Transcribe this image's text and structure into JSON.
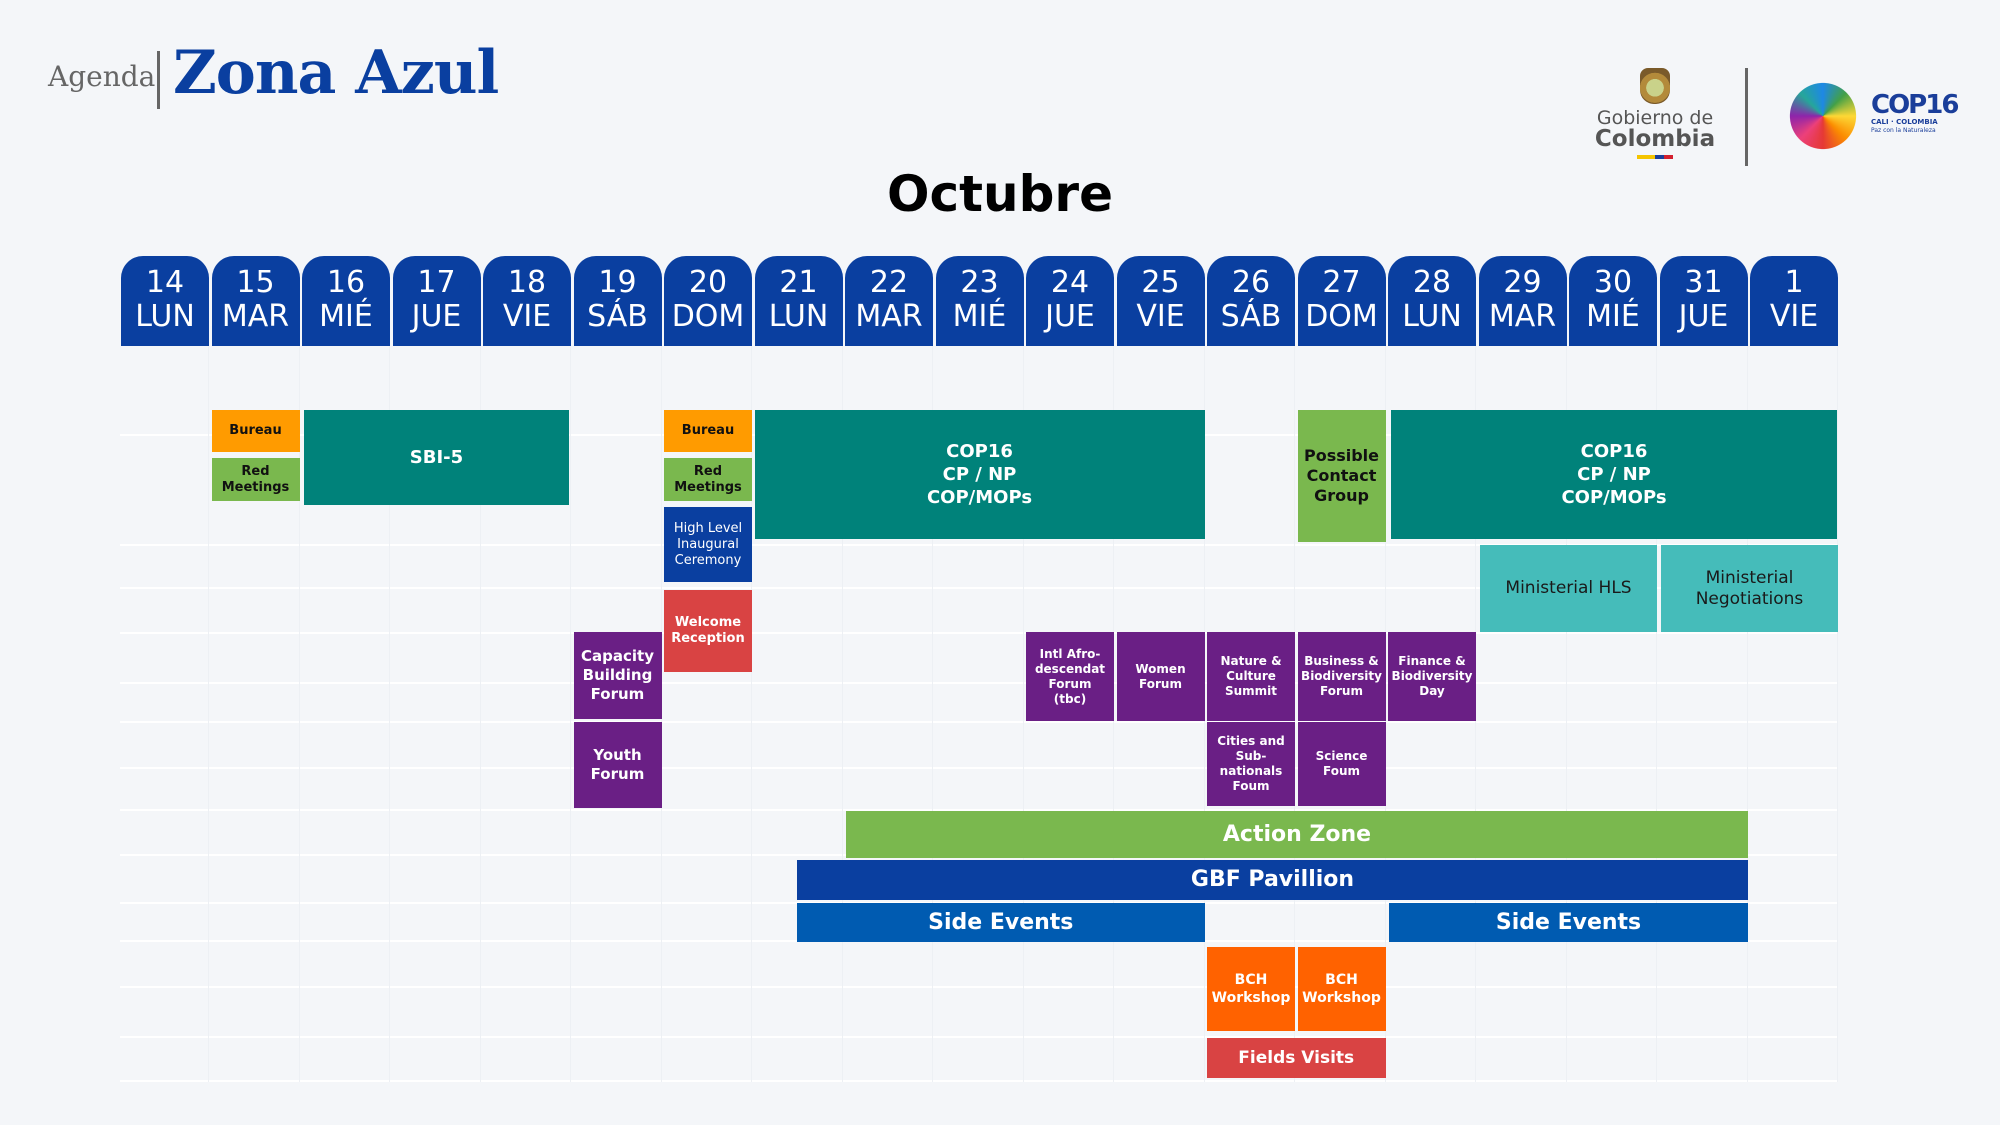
{
  "header": {
    "agenda_label": "Agenda",
    "title": "Zona Azul",
    "month": "Octubre"
  },
  "logos": {
    "government": {
      "line1": "Gobierno de",
      "line2": "Colombia",
      "icon": "coat-of-arms-icon"
    },
    "cop16": {
      "title": "COP16",
      "subtitle": "CALI · COLOMBIA",
      "tagline": "Paz con la Naturaleza",
      "icon": "flower-logo-icon"
    }
  },
  "colors": {
    "brand_blue": "#0a3fa0",
    "teal": "#00827a",
    "light_teal": "#45bcba",
    "orange": "#ff9b00",
    "green": "#7ab84e",
    "purple": "#6a1f85",
    "red": "#d94343",
    "bright_orange": "#ff6200",
    "side_blue": "#005bb1"
  },
  "days": [
    {
      "num": "14",
      "dow": "LUN"
    },
    {
      "num": "15",
      "dow": "MAR"
    },
    {
      "num": "16",
      "dow": "MIÉ"
    },
    {
      "num": "17",
      "dow": "JUE"
    },
    {
      "num": "18",
      "dow": "VIE"
    },
    {
      "num": "19",
      "dow": "SÁB"
    },
    {
      "num": "20",
      "dow": "DOM"
    },
    {
      "num": "21",
      "dow": "LUN"
    },
    {
      "num": "22",
      "dow": "MAR"
    },
    {
      "num": "23",
      "dow": "MIÉ"
    },
    {
      "num": "24",
      "dow": "JUE"
    },
    {
      "num": "25",
      "dow": "VIE"
    },
    {
      "num": "26",
      "dow": "SÁB"
    },
    {
      "num": "27",
      "dow": "DOM"
    },
    {
      "num": "28",
      "dow": "LUN"
    },
    {
      "num": "29",
      "dow": "MAR"
    },
    {
      "num": "30",
      "dow": "MIÉ"
    },
    {
      "num": "31",
      "dow": "JUE"
    },
    {
      "num": "1",
      "dow": "VIE"
    }
  ],
  "events": [
    {
      "label": "Bureau",
      "start_day": "15",
      "end_day": "15",
      "color": "orange"
    },
    {
      "label": "Red\nMeetings",
      "start_day": "15",
      "end_day": "15",
      "color": "green"
    },
    {
      "label": "SBI-5",
      "start_day": "16",
      "end_day": "18",
      "color": "teal"
    },
    {
      "label": "Bureau",
      "start_day": "20",
      "end_day": "20",
      "color": "orange"
    },
    {
      "label": "Red\nMeetings",
      "start_day": "20",
      "end_day": "20",
      "color": "green"
    },
    {
      "label": "High Level\nInaugural\nCeremony",
      "start_day": "20",
      "end_day": "20",
      "color": "brand_blue"
    },
    {
      "label": "Welcome\nReception",
      "start_day": "20",
      "end_day": "20",
      "color": "red"
    },
    {
      "label": "COP16\nCP / NP\nCOP/MOPs",
      "start_day": "21",
      "end_day": "25",
      "color": "teal"
    },
    {
      "label": "Possible\nContact\nGroup",
      "start_day": "27",
      "end_day": "27",
      "color": "green"
    },
    {
      "label": "COP16\nCP / NP\nCOP/MOPs",
      "start_day": "28",
      "end_day": "1",
      "color": "teal"
    },
    {
      "label": "Ministerial HLS",
      "start_day": "29",
      "end_day": "30",
      "color": "light_teal"
    },
    {
      "label": "Ministerial\nNegotiations",
      "start_day": "31",
      "end_day": "1",
      "color": "light_teal"
    },
    {
      "label": "Capacity\nBuilding\nForum",
      "start_day": "19",
      "end_day": "19",
      "color": "purple"
    },
    {
      "label": "Youth\nForum",
      "start_day": "19",
      "end_day": "19",
      "color": "purple"
    },
    {
      "label": "Intl Afro-\ndescendat\nForum\n(tbc)",
      "start_day": "24",
      "end_day": "24",
      "color": "purple"
    },
    {
      "label": "Women\nForum",
      "start_day": "25",
      "end_day": "25",
      "color": "purple"
    },
    {
      "label": "Nature &\nCulture\nSummit",
      "start_day": "26",
      "end_day": "26",
      "color": "purple"
    },
    {
      "label": "Business &\nBiodiversity\nForum",
      "start_day": "27",
      "end_day": "27",
      "color": "purple"
    },
    {
      "label": "Finance &\nBiodiversity\nDay",
      "start_day": "28",
      "end_day": "28",
      "color": "purple"
    },
    {
      "label": "Cities and\nSub-\nnationals\nFoum",
      "start_day": "26",
      "end_day": "26",
      "color": "purple"
    },
    {
      "label": "Science\nFoum",
      "start_day": "27",
      "end_day": "27",
      "color": "purple"
    },
    {
      "label": "Action Zone",
      "start_day": "22",
      "end_day": "31",
      "color": "green"
    },
    {
      "label": "GBF Pavillion",
      "start_day": "21",
      "end_day": "31",
      "color": "brand_blue"
    },
    {
      "label": "Side Events",
      "start_day": "21",
      "end_day": "25",
      "color": "side_blue"
    },
    {
      "label": "Side Events",
      "start_day": "28",
      "end_day": "31",
      "color": "side_blue"
    },
    {
      "label": "BCH\nWorkshop",
      "start_day": "26",
      "end_day": "26",
      "color": "bright_orange"
    },
    {
      "label": "BCH\nWorkshop",
      "start_day": "27",
      "end_day": "27",
      "color": "bright_orange"
    },
    {
      "label": "Fields Visits",
      "start_day": "26",
      "end_day": "27",
      "color": "red"
    }
  ]
}
